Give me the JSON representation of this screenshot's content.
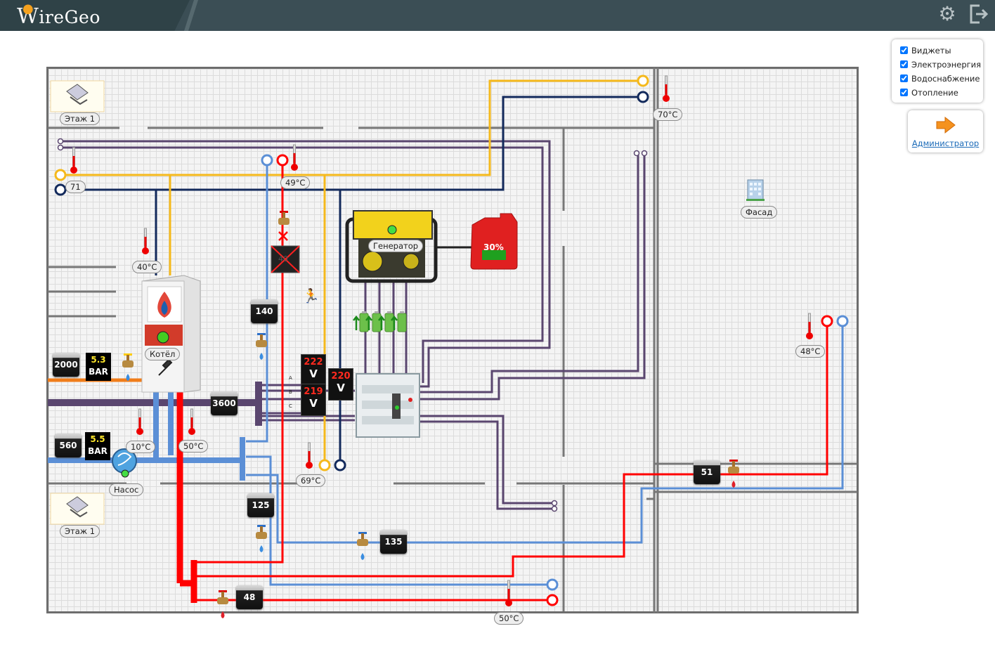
{
  "header": {
    "logo_text": "ireGeo",
    "logo_w": "W",
    "gear_icon": "gear-icon",
    "exit_icon": "logout-icon"
  },
  "layers": {
    "items": [
      {
        "label": "Виджеты",
        "checked": true
      },
      {
        "label": "Электроэнергия",
        "checked": true
      },
      {
        "label": "Водоснабжение",
        "checked": true
      },
      {
        "label": "Отопление",
        "checked": true
      }
    ]
  },
  "admin": {
    "label": "Администратор",
    "icon": "arrow-right-icon"
  },
  "labels": {
    "floor_top": "Этаж 1",
    "floor_bottom": "Этаж 1",
    "facade": "Фасад",
    "boiler": "Котёл",
    "pump": "Насос",
    "generator": "Генератор",
    "fuel_percent": "30%"
  },
  "temps": {
    "t_70": "70°C",
    "t_71": "71",
    "t_49": "49°C",
    "t_40": "40°C",
    "t_10": "10°C",
    "t_50a": "50°C",
    "t_69": "69°C",
    "t_48": "48°C",
    "t_50b": "50°C"
  },
  "meters": {
    "m_2000": "2000",
    "m_560": "560",
    "m_3600": "3600",
    "m_140": "140",
    "m_125": "125",
    "m_135": "135",
    "m_48": "48",
    "m_51": "51",
    "m_40": "40"
  },
  "pressure": {
    "p1_value": "5.3",
    "p1_unit": "BAR",
    "p2_value": "5.5",
    "p2_unit": "BAR"
  },
  "voltage": {
    "phase_a": "222",
    "phase_b": "219",
    "total": "220",
    "unit": "V",
    "label_a": "A",
    "label_b": "B",
    "label_c": "C"
  },
  "colors": {
    "hot": "#ff0000",
    "cold": "#5b8fd6",
    "gas": "#f5b91c",
    "navy": "#132a5c",
    "electric": "#5a466f",
    "orange_pipe": "#f07d1a"
  }
}
